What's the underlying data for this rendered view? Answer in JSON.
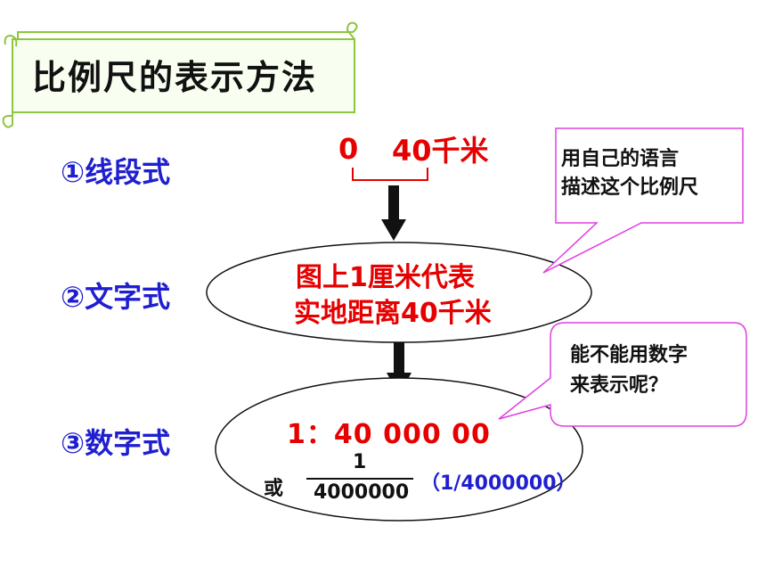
{
  "title": "比例尺的表示方法",
  "methods": {
    "line": "①线段式",
    "text": "②文字式",
    "number": "③数字式"
  },
  "line_scale": {
    "start": "0",
    "end": "40千米"
  },
  "text_scale": {
    "line1": "图上1厘米代表",
    "line2": "实地距离40千米"
  },
  "number_scale": {
    "ratio": "1：40 000 00",
    "or": "或",
    "numerator": "1",
    "denominator": "4000000",
    "alt": "（1/4000000）"
  },
  "callouts": {
    "describe": {
      "line1": "用自己的语言",
      "line2": "描述这个比例尺"
    },
    "digits": {
      "line1": "能不能用数字",
      "line2": "来表示呢？"
    }
  },
  "colors": {
    "title_border": "#8dc63f",
    "method": "#1f1fd0",
    "emphasis": "#e60000",
    "callout_border": "#e040e0"
  }
}
